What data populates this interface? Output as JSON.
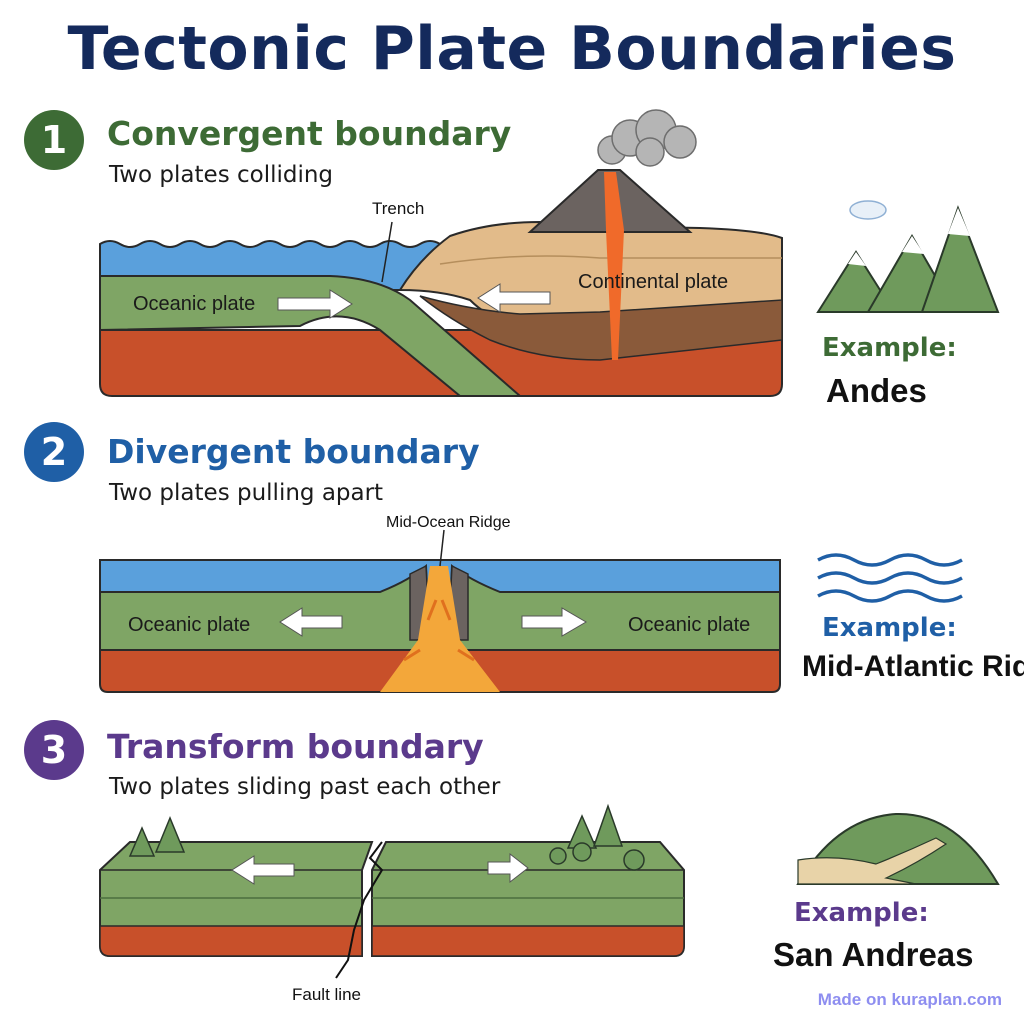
{
  "title": "Tectonic Plate Boundaries",
  "colors": {
    "title": "#142a5c",
    "convergent": "#3d6b35",
    "divergent": "#1f5fa6",
    "transform": "#5b3a8c",
    "water": "#5aa0dc",
    "plate_green": "#7fa565",
    "mantle": "#c8502a",
    "continent": "#e2bb8a",
    "magma": "#f3a73a",
    "footer": "#8e8ef0"
  },
  "sections": [
    {
      "number": "1",
      "title": "Convergent boundary",
      "subtitle": "Two plates colliding",
      "labels": {
        "trench": "Trench",
        "oceanic_plate": "Oceanic plate",
        "continental_plate": "Continental plate"
      },
      "example_label": "Example:",
      "example_value": "Andes",
      "example_icon": "mountains-icon"
    },
    {
      "number": "2",
      "title": "Divergent boundary",
      "subtitle": "Two plates pulling apart",
      "labels": {
        "ridge": "Mid-Ocean Ridge",
        "oceanic_plate_left": "Oceanic plate",
        "oceanic_plate_right": "Oceanic plate"
      },
      "example_label": "Example:",
      "example_value": "Mid-Atlantic Ridge",
      "example_icon": "waves-icon"
    },
    {
      "number": "3",
      "title": "Transform boundary",
      "subtitle": "Two plates sliding past each other",
      "labels": {
        "fault_line": "Fault line"
      },
      "example_label": "Example:",
      "example_value": "San Andreas",
      "example_icon": "hill-icon"
    }
  ],
  "footer": "Made on kuraplan.com"
}
